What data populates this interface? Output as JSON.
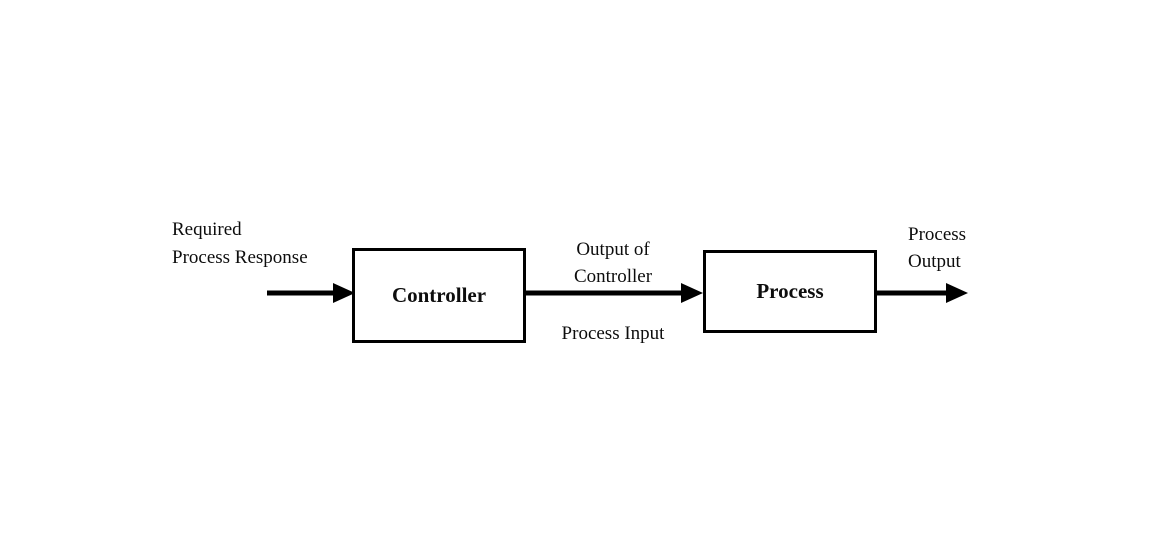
{
  "diagram": {
    "kind": "block-diagram",
    "labels": {
      "required_response": "Required\nProcess Response",
      "output_of_controller": "Output of\nController",
      "process_input": "Process Input",
      "process_output": "Process\nOutput"
    },
    "blocks": {
      "controller": "Controller",
      "process": "Process"
    },
    "arrows": [
      {
        "name": "input-arrow",
        "from": "start",
        "to": "controller"
      },
      {
        "name": "controller-to-process-arrow",
        "from": "controller",
        "to": "process"
      },
      {
        "name": "output-arrow",
        "from": "process",
        "to": "end"
      }
    ],
    "colors": {
      "ink": "#000000",
      "background": "#ffffff"
    }
  }
}
